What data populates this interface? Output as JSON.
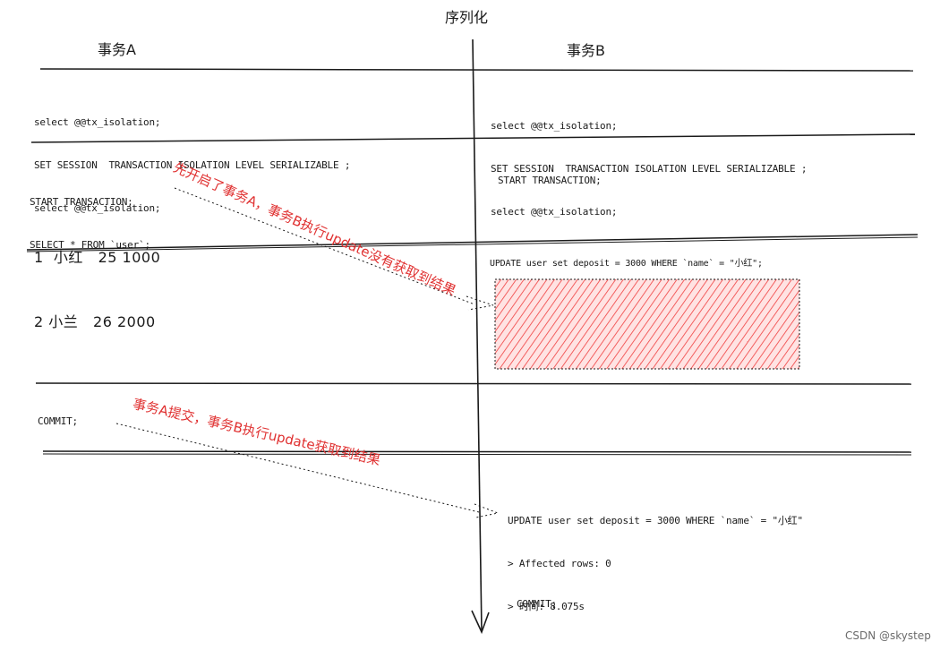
{
  "title": "序列化",
  "columns": {
    "a": "事务A",
    "b": "事务B"
  },
  "a": {
    "r1": [
      "select @@tx_isolation;",
      "SET SESSION  TRANSACTION ISOLATION LEVEL SERIALIZABLE ;",
      "select @@tx_isolation;"
    ],
    "r2": [
      "START TRANSACTION;",
      "SELECT * FROM `user`;"
    ],
    "rows": [
      "1  小红   25 1000",
      "2 小兰   26 2000"
    ],
    "r4": "COMMIT;"
  },
  "b": {
    "r1": [
      "select @@tx_isolation;",
      "SET SESSION  TRANSACTION ISOLATION LEVEL SERIALIZABLE ;",
      "select @@tx_isolation;"
    ],
    "r2": "START TRANSACTION;",
    "r3": "UPDATE user set deposit = 3000 WHERE `name` = \"小红\";",
    "r5": [
      "UPDATE user set deposit = 3000 WHERE `name` = \"小红\"",
      "> Affected rows: 0",
      "> 时间: 8.075s"
    ],
    "r6": "COMMIT;"
  },
  "annotations": {
    "note1": "先开启了事务A，事务B执行update没有获取到结果",
    "note2": "事务A提交，事务B执行update获取到结果"
  },
  "footer": "CSDN @skystep",
  "colors": {
    "ink": "#1a1a1a",
    "note": "#e03131",
    "blocked_fill": "#ffc9c9"
  }
}
